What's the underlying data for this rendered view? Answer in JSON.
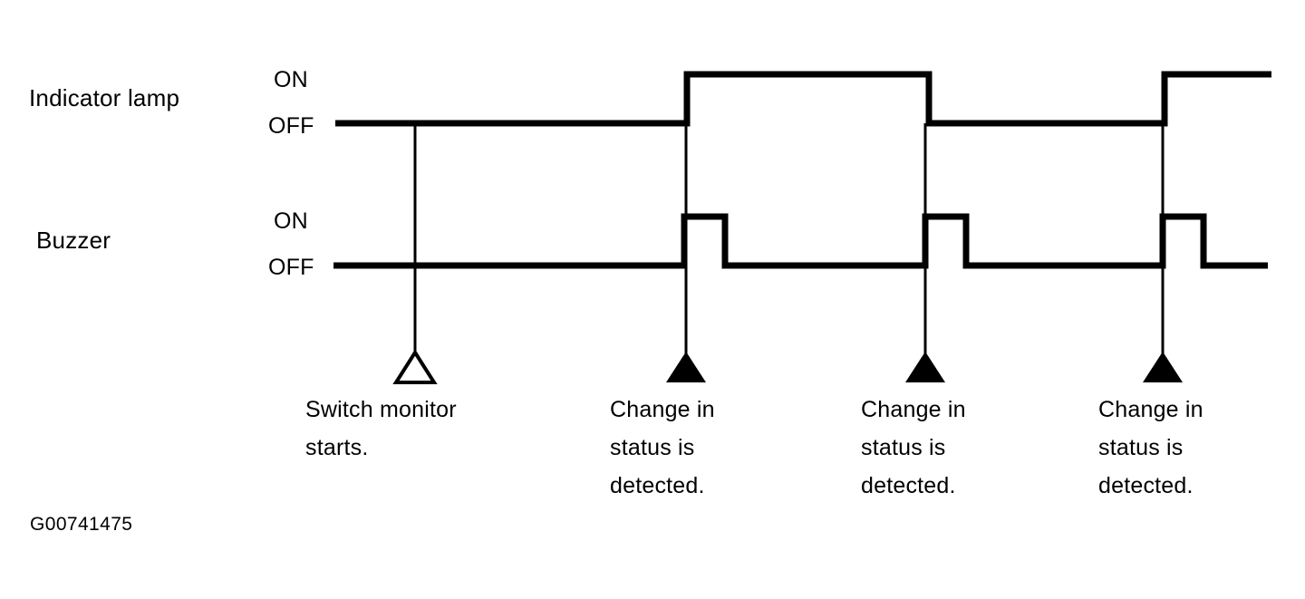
{
  "figure": {
    "id_label": "G00741475",
    "background_color": "#ffffff",
    "stroke_color": "#000000",
    "rows": [
      {
        "name": "indicator-lamp",
        "label": "Indicator lamp",
        "state_high": "ON",
        "state_low": "OFF"
      },
      {
        "name": "buzzer",
        "label": "Buzzer",
        "state_high": "ON",
        "state_low": "OFF"
      }
    ],
    "markers": [
      {
        "name": "switch-monitor-start",
        "style": "hollow-triangle",
        "caption": [
          "Switch monitor",
          "starts."
        ]
      },
      {
        "name": "change-detected-1",
        "style": "filled-triangle",
        "caption": [
          "Change in",
          "status is",
          "detected."
        ]
      },
      {
        "name": "change-detected-2",
        "style": "filled-triangle",
        "caption": [
          "Change in",
          "status is",
          "detected."
        ]
      },
      {
        "name": "change-detected-3",
        "style": "filled-triangle",
        "caption": [
          "Change in",
          "status is",
          "detected."
        ]
      }
    ]
  },
  "chart_data": {
    "type": "line",
    "title": "",
    "subtitle": "",
    "xlabel": "",
    "ylabel": "",
    "grid": false,
    "legend_position": "none",
    "description": "Digital timing waveform diagram with two signal traces (Indicator lamp, Buzzer) plotted against time, annotated with four event markers.",
    "x": {
      "unit": "time (arbitrary)",
      "range": [
        0,
        1000
      ],
      "tick_labels": []
    },
    "y_levels": [
      "OFF",
      "ON"
    ],
    "series": [
      {
        "name": "Indicator lamp",
        "type": "digital",
        "levels": [
          "OFF",
          "ON"
        ],
        "transitions": [
          {
            "time": 0,
            "level": "OFF"
          },
          {
            "time": 377,
            "level": "ON"
          },
          {
            "time": 633,
            "level": "OFF"
          },
          {
            "time": 886,
            "level": "ON"
          },
          {
            "time": 1000,
            "level": "ON"
          }
        ]
      },
      {
        "name": "Buzzer",
        "type": "digital",
        "levels": [
          "OFF",
          "ON"
        ],
        "transitions": [
          {
            "time": 0,
            "level": "OFF"
          },
          {
            "time": 374,
            "level": "ON"
          },
          {
            "time": 418,
            "level": "OFF"
          },
          {
            "time": 632,
            "level": "ON"
          },
          {
            "time": 675,
            "level": "OFF"
          },
          {
            "time": 885,
            "level": "ON"
          },
          {
            "time": 928,
            "level": "OFF"
          },
          {
            "time": 1000,
            "level": "OFF"
          }
        ]
      }
    ],
    "annotations": [
      {
        "time": 85,
        "label": "Switch monitor starts.",
        "marker": "hollow-triangle"
      },
      {
        "time": 374,
        "label": "Change in status is detected.",
        "marker": "filled-triangle"
      },
      {
        "time": 632,
        "label": "Change in status is detected.",
        "marker": "filled-triangle"
      },
      {
        "time": 885,
        "label": "Change in status is detected.",
        "marker": "filled-triangle"
      }
    ]
  }
}
